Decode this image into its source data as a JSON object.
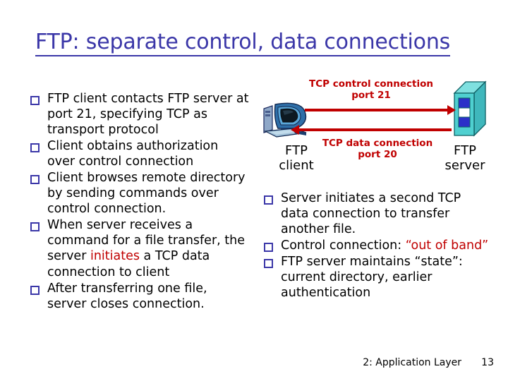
{
  "slide": {
    "title": "FTP: separate control, data connections",
    "title_color": "#3B37A8",
    "accent_red": "#C00000",
    "background": "#ffffff"
  },
  "left_bullets": [
    {
      "text": "FTP client contacts FTP server at port 21, specifying TCP as transport protocol"
    },
    {
      "text": "Client obtains authorization over control connection"
    },
    {
      "text": "Client browses remote directory by sending commands over control connection."
    },
    {
      "pre": "When server receives a command for a file transfer, the server ",
      "highlight": "initiates",
      "post": " a TCP data connection to client"
    },
    {
      "text": "After transferring one file, server closes connection."
    }
  ],
  "right_bullets": [
    {
      "text": "Server initiates a second TCP data connection to transfer another file."
    },
    {
      "pre": "Control connection: ",
      "highlight": "“out of band”",
      "post": ""
    },
    {
      "text": "FTP server maintains “state”: current directory, earlier authentication"
    }
  ],
  "diagram": {
    "control_label_line1": "TCP control connection",
    "control_label_line2": "port 21",
    "data_label_line1": "TCP data connection",
    "data_label_line2": "port 20",
    "client_label_line1": "FTP",
    "client_label_line2": "client",
    "server_label_line1": "FTP",
    "server_label_line2": "server",
    "client_icon": "desktop-computer-icon",
    "server_icon": "server-tower-icon",
    "control_arrow_direction": "right",
    "data_arrow_direction": "left",
    "arrow_color": "#C00000",
    "server_body_color": "#4FD0D0",
    "server_panel_color": "#2B30C8"
  },
  "footer": {
    "section": "2: Application Layer",
    "page": "13"
  }
}
